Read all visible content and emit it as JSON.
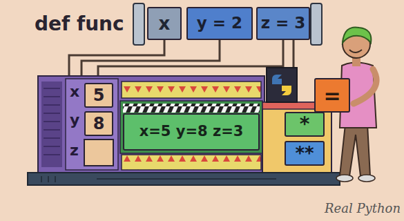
{
  "diagram": {
    "nodes": [
      {
        "text": [
          "x"
        ]
      },
      {
        "text": [
          "y = 2"
        ]
      },
      {
        "text": [
          "z = 3"
        ]
      },
      {
        "text": [
          "5"
        ]
      },
      {
        "text": [
          "8"
        ]
      },
      {
        "text": [
          "x=5 y=8 z=3"
        ]
      },
      {
        "text": [
          "="
        ]
      },
      {
        "text": [
          "*"
        ]
      },
      {
        "text": [
          "**"
        ]
      }
    ],
    "labels": [
      "def func",
      "x",
      "y",
      "z",
      "Real Python"
    ]
  }
}
